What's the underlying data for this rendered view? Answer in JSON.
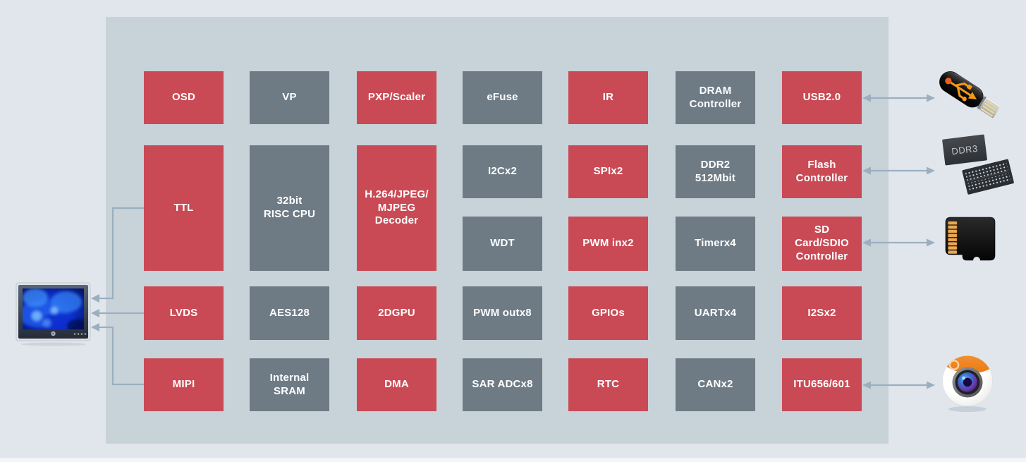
{
  "colors": {
    "background": "#e0e6eb",
    "panel": "#c8d2d9",
    "block_red": "#c94a55",
    "block_gray": "#6e7b85",
    "block_text": "#ffffff",
    "connector": "#9bafc0",
    "footer_strip": "#f3f6f8"
  },
  "blocks": [
    {
      "label": "OSD",
      "type": "red"
    },
    {
      "label": "VP",
      "type": "gray"
    },
    {
      "label": "PXP/Scaler",
      "type": "red"
    },
    {
      "label": "eFuse",
      "type": "gray"
    },
    {
      "label": "IR",
      "type": "red"
    },
    {
      "label": "DRAM\nController",
      "type": "gray"
    },
    {
      "label": "USB2.0",
      "type": "red"
    },
    {
      "label": "TTL",
      "type": "red"
    },
    {
      "label": "32bit\nRISC CPU",
      "type": "gray"
    },
    {
      "label": "H.264/JPEG/\nMJPEG\nDecoder",
      "type": "red"
    },
    {
      "label": "I2Cx2",
      "type": "gray"
    },
    {
      "label": "SPIx2",
      "type": "red"
    },
    {
      "label": "DDR2\n512Mbit",
      "type": "gray"
    },
    {
      "label": "Flash\nController",
      "type": "red"
    },
    {
      "label": "WDT",
      "type": "gray"
    },
    {
      "label": "PWM inx2",
      "type": "red"
    },
    {
      "label": "Timerx4",
      "type": "gray"
    },
    {
      "label": "SD\nCard/SDIO\nController",
      "type": "red"
    },
    {
      "label": "LVDS",
      "type": "red"
    },
    {
      "label": "AES128",
      "type": "gray"
    },
    {
      "label": "2DGPU",
      "type": "red"
    },
    {
      "label": "PWM outx8",
      "type": "gray"
    },
    {
      "label": "GPIOs",
      "type": "red"
    },
    {
      "label": "UARTx4",
      "type": "gray"
    },
    {
      "label": "I2Sx2",
      "type": "red"
    },
    {
      "label": "MIPI",
      "type": "red"
    },
    {
      "label": "Internal\nSRAM",
      "type": "gray"
    },
    {
      "label": "DMA",
      "type": "red"
    },
    {
      "label": "SAR ADCx8",
      "type": "gray"
    },
    {
      "label": "RTC",
      "type": "red"
    },
    {
      "label": "CANx2",
      "type": "gray"
    },
    {
      "label": "ITU656/601",
      "type": "red"
    }
  ],
  "devices": {
    "ddr3_label": "DDR3"
  },
  "connections": [
    {
      "from": "TTL",
      "to": "display",
      "direction": "out"
    },
    {
      "from": "LVDS",
      "to": "display",
      "direction": "out"
    },
    {
      "from": "MIPI",
      "to": "display",
      "direction": "out"
    },
    {
      "from": "USB2.0",
      "to": "usb-drive",
      "direction": "bidirectional"
    },
    {
      "from": "Flash Controller",
      "to": "ddr3-memory",
      "direction": "bidirectional"
    },
    {
      "from": "SD Card/SDIO Controller",
      "to": "microsd-card",
      "direction": "bidirectional"
    },
    {
      "from": "ITU656/601",
      "to": "camera",
      "direction": "bidirectional"
    }
  ]
}
